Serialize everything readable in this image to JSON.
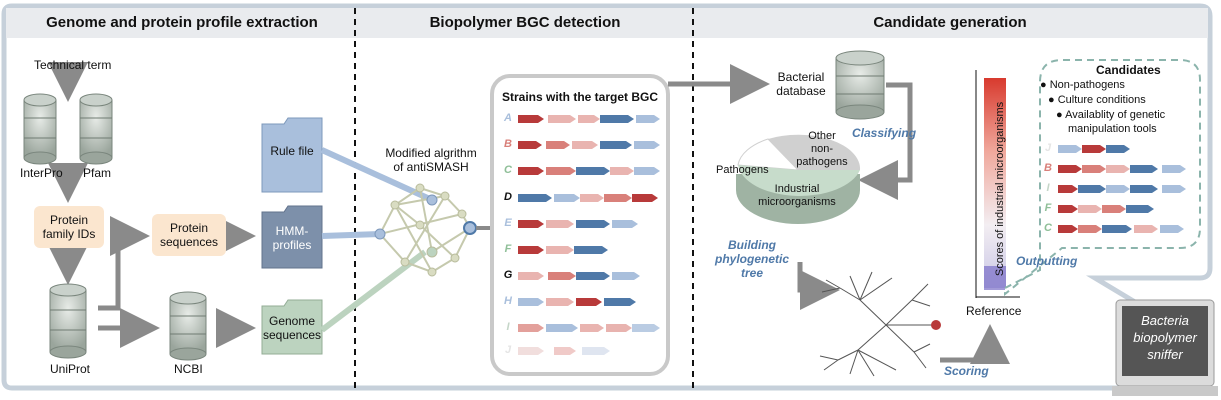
{
  "panels": {
    "extraction": {
      "title": "Genome and protein profile extraction",
      "technical_term": "Technical term",
      "interpro": "InterPro",
      "pfam": "Pfam",
      "protein_family_ids_1": "Protein",
      "protein_family_ids_2": "family IDs",
      "protein_sequences_1": "Protein",
      "protein_sequences_2": "sequences",
      "uniprot": "UniProt",
      "ncbi": "NCBI",
      "genome_sequences_1": "Genome",
      "genome_sequences_2": "sequences"
    },
    "detection": {
      "title": "Biopolymer BGC detection",
      "rule_file": "Rule file",
      "hmm_profiles_1": "HMM-",
      "hmm_profiles_2": "profiles",
      "antismash_1": "Modified algrithm",
      "antismash_2": "of antiSMASH",
      "strains_title": "Strains with the target BGC",
      "strains": [
        "A",
        "B",
        "C",
        "D",
        "E",
        "F",
        "G",
        "H",
        "I",
        "J"
      ]
    },
    "generation": {
      "title": "Candidate generation",
      "bacterial_db_1": "Bacterial",
      "bacterial_db_2": "database",
      "classifying": "Classifying",
      "other_1": "Other",
      "other_2": "non-",
      "other_3": "pathogens",
      "pathogens": "Pathogens",
      "industrial_1": "Industrial",
      "industrial_2": "microorganisms",
      "building_1": "Building",
      "building_2": "phylogenetic",
      "building_3": "tree",
      "scoring": "Scoring",
      "score_axis": "Scores of industrial microorganisms",
      "reference": "Reference",
      "outputting": "Outputting",
      "candidates_title": "Candidates",
      "criteria": [
        "Non-pathogens",
        "Culture conditions",
        "Availablity of  genetic",
        "manipulation tools"
      ],
      "candidate_strains": [
        "J",
        "B",
        "I",
        "F",
        "C"
      ],
      "sniffer_1": "Bacteria",
      "sniffer_2": "biopolymer",
      "sniffer_3": "sniffer"
    }
  },
  "colors": {
    "dark_red": "#b83a3a",
    "light_red": "#e9b4b0",
    "dark_blue": "#4f79a8",
    "light_blue": "#a9bfdc",
    "frame": "#c6d0da",
    "label_blue": "#4f79a8"
  }
}
